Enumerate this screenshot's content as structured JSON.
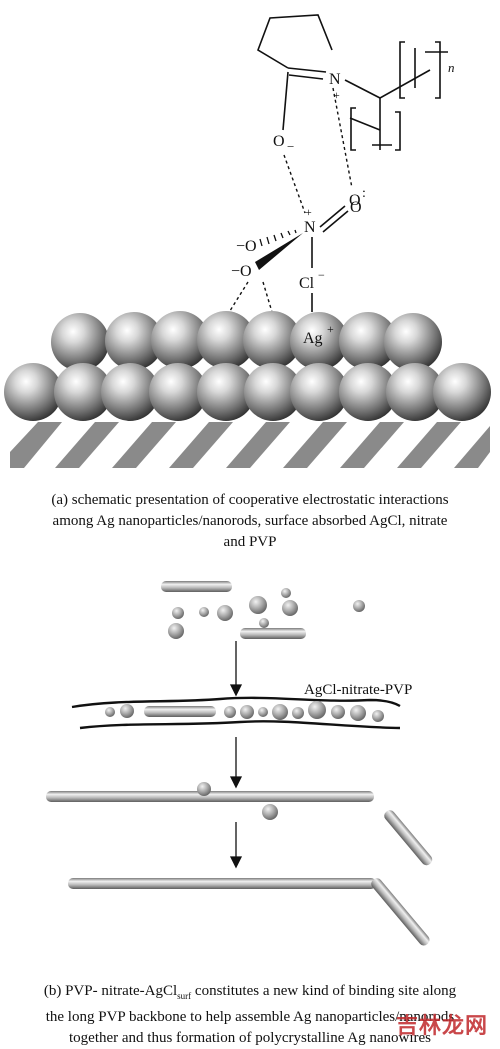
{
  "panel_a": {
    "labels": {
      "n": "n",
      "n_plus": "N",
      "plus_ring": "+",
      "o_minus_top": "O",
      "minus_top": "−",
      "o_dot": "O",
      "dots": ":",
      "n_nitrate": "N",
      "plus_nitrate": "+",
      "o_double": "O",
      "o_minus_left": "−O",
      "o_minus_lower": "−O",
      "cl": "Cl",
      "cl_minus": "−",
      "ag": "Ag",
      "ag_plus": "+"
    },
    "caption_lines": [
      "(a) schematic presentation of cooperative electrostatic interactions",
      "among Ag nanoparticles/nanorods, surface absorbed AgCl, nitrate",
      "and PVP"
    ]
  },
  "panel_b": {
    "label_complex": "AgCl-nitrate-PVP",
    "caption_pre": "(b) PVP- nitrate-AgCl",
    "caption_sub": "surf",
    "caption_post": " constitutes a new kind of binding site along",
    "caption_lines": [
      "the long PVP backbone to help assemble Ag nanoparticles/nanorods",
      "together and thus formation of polycrystalline Ag nanowires"
    ]
  },
  "watermark": "吉林龙网",
  "colors": {
    "sphere_light": "#f4f4f4",
    "sphere_dark": "#3a3a3a",
    "stripe": "#808080",
    "rod": "#a8a8a8"
  }
}
